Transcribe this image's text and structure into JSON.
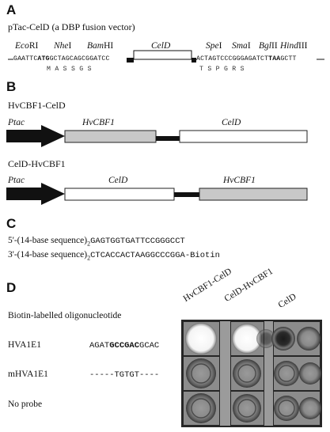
{
  "panels": {
    "A": {
      "letter": "A",
      "title": "pTac-CelD (a DBP fusion vector)",
      "sites": {
        "ecori_i": "Eco",
        "ecori_r": "RI",
        "nhei_i": "Nhe",
        "nhei_r": "I",
        "bamhi_i": "Bam",
        "bamhi_r": "HI",
        "celd": "CelD",
        "spei_i": "Spe",
        "spei_r": "I",
        "smai_i": "Sma",
        "smai_r": "I",
        "bglii_i": "Bgl",
        "bglii_r": "II",
        "hindiii_i": "Hind",
        "hindiii_r": "III"
      },
      "seq_left_a": "GAATTC",
      "seq_left_b": "ATG",
      "seq_left_c": "GCTAGCAGCGGATCC",
      "seq_right_a": "ACTAGTCCCGGGAGATCT",
      "seq_right_b": "TAA",
      "seq_right_c": "GCTT",
      "aa_left": "MASSGS",
      "aa_right": "TSPGRS"
    },
    "B": {
      "letter": "B",
      "construct1_name": "HvCBF1-CelD",
      "construct2_name": "CelD-HvCBF1",
      "ptac": "Ptac",
      "c1_box1": "HvCBF1",
      "c1_box2": "CelD",
      "c2_box1": "CelD",
      "c2_box2": "HvCBF1"
    },
    "C": {
      "letter": "C",
      "line1_prefix": "5'-(14-base sequence)",
      "line1_sub": "2",
      "line1_seq": "GAGTGGTGATTCCGGGCCT",
      "line2_prefix": "3'-(14-base sequence)",
      "line2_sub": "2",
      "line2_seq": "CTCACCACTAAGGCCCGGA-Biotin"
    },
    "D": {
      "letter": "D",
      "heading": "Biotin-labelled oligonucleotide",
      "rows": [
        {
          "name": "HVA1E1",
          "seq_a": "AGAT",
          "seq_b": "GCCGAC",
          "seq_c": "GCAC"
        },
        {
          "name": "mHVA1E1",
          "seq_a": "-----TGTGT----",
          "seq_b": "",
          "seq_c": ""
        },
        {
          "name": "No probe",
          "seq_a": "",
          "seq_b": "",
          "seq_c": ""
        }
      ],
      "columns": [
        "HvCBF1-CelD",
        "CelD-HvCBF1",
        "CelD"
      ]
    }
  }
}
